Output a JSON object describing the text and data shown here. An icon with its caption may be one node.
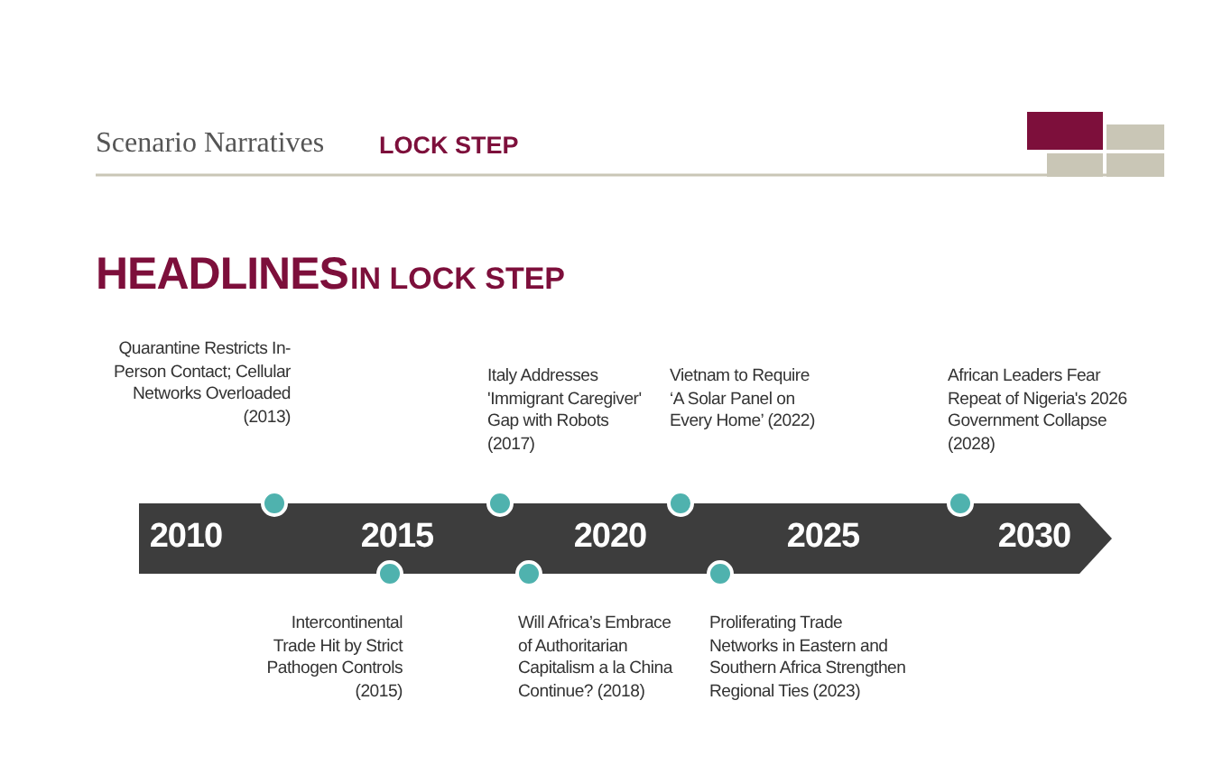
{
  "diagram": {
    "title": "HEADLINES",
    "labels": [
      "Scenario Narratives",
      "LOCK STEP",
      "IN LOCK STEP",
      "Quarantine Restricts In-Person Contact; Cellular Networks Overloaded (2013)",
      "Italy Addresses 'Immigrant Caregiver' Gap with Robots (2017)",
      "Vietnam to Require ‘A Solar Panel on Every Home’ (2022)",
      "African Leaders Fear Repeat of Nigeria's 2026 Government Collapse (2028)",
      "Intercontinental Trade Hit by Strict Pathogen Controls (2015)",
      "Will Africa’s Embrace of Authoritarian Capitalism a la China Continue? (2018)",
      "Proliferating Trade Networks in Eastern and Southern Africa Strengthen Regional Ties (2023)",
      "2010",
      "2015",
      "2020",
      "2025",
      "2030"
    ]
  }
}
